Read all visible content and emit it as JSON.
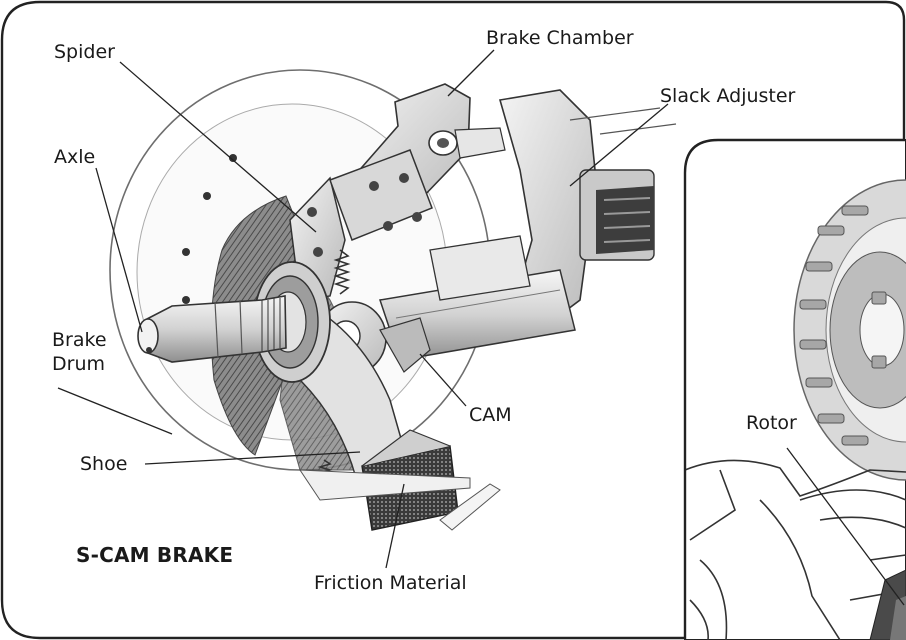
{
  "main_diagram": {
    "title": "S-CAM BRAKE",
    "labels": {
      "brake_chamber": "Brake Chamber",
      "spider": "Spider",
      "slack_adjuster": "Slack Adjuster",
      "axle": "Axle",
      "brake_drum_line1": "Brake",
      "brake_drum_line2": "Drum",
      "cam": "CAM",
      "shoe": "Shoe",
      "friction_material": "Friction Material"
    }
  },
  "inset_diagram": {
    "labels": {
      "rotor": "Rotor"
    }
  }
}
